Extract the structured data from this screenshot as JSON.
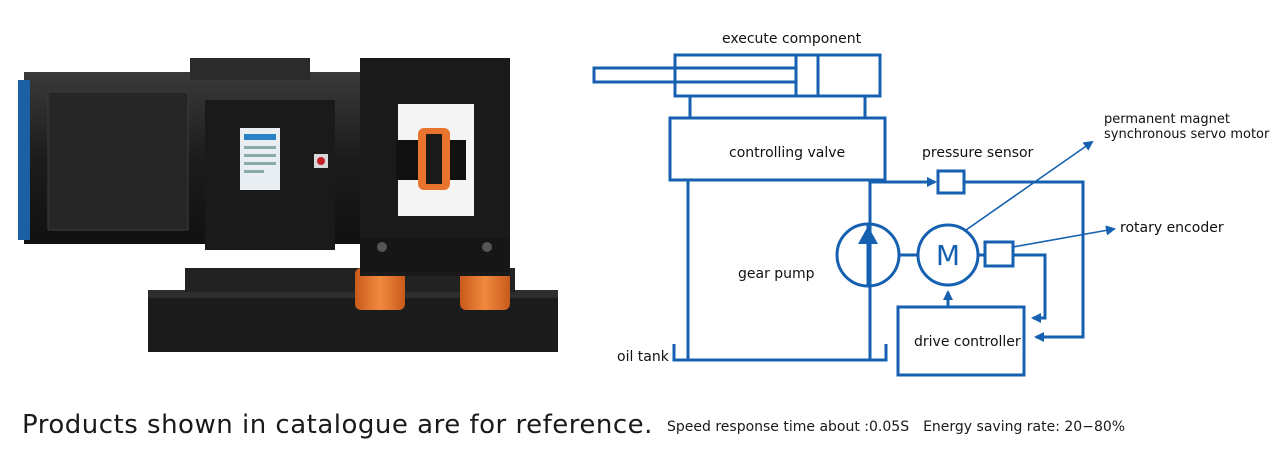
{
  "colors": {
    "diagram_line": "#1560b0",
    "motor_dark": "#1e1e1e",
    "coupling_orange": "#e7752e"
  },
  "photo": {
    "subject": "servo-motor-pump-unit"
  },
  "diagram": {
    "labels": {
      "execute_component": "execute component",
      "controlling_valve": "controlling valve",
      "pressure_sensor": "pressure sensor",
      "pm_motor_line1": "permanent magnet",
      "pm_motor_line2": "synchronous servo motor",
      "rotary_encoder": "rotary encoder",
      "gear_pump": "gear pump",
      "oil_tank": "oil tank",
      "drive_controller": "drive controller",
      "motor_symbol": "M"
    }
  },
  "caption": "Products shown in catalogue are for reference.",
  "specs": {
    "speed": "Speed response time about :0.05S",
    "energy": "Energy saving rate: 20−80%"
  }
}
